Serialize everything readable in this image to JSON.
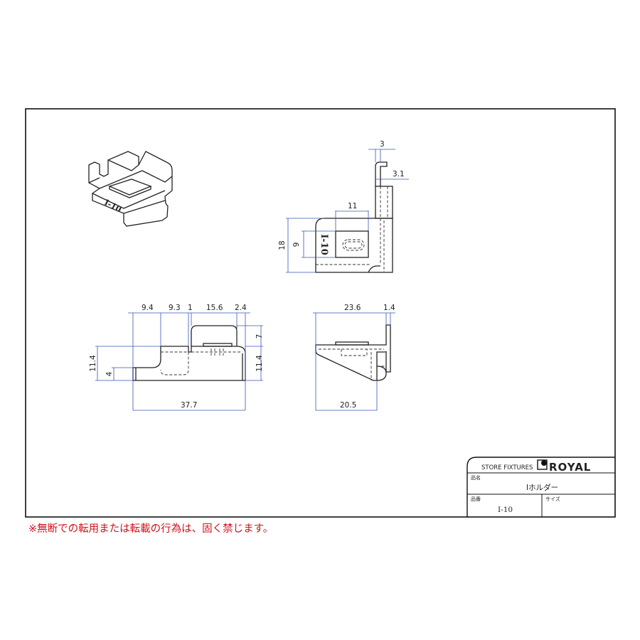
{
  "title_block": {
    "company_label": "STORE FIXTURES",
    "logo_text": "ROYAL",
    "product_name_label": "品名",
    "product_name": "Iホルダー",
    "part_number_label": "品番",
    "part_number": "I-10",
    "size_label": "サイズ"
  },
  "part_marking": "I-10",
  "dimensions": {
    "top_view": {
      "hook_width": "3",
      "hook_offset": "3.1",
      "label_width": "11",
      "label_height": "9",
      "overall_height": "18"
    },
    "front_view": {
      "a": "9.4",
      "b": "9.3",
      "c": "1",
      "d": "15.6",
      "e": "2.4",
      "tab_height": "7",
      "body_height_right": "11.4",
      "body_height_left": "11.4",
      "step_height": "4",
      "overall_length": "37.7"
    },
    "side_view": {
      "depth": "23.6",
      "thickness": "1.4",
      "base_depth": "20.5"
    }
  },
  "notice": "※無断での転用または転載の行為は、固く禁じます。",
  "colors": {
    "outline": "#222222",
    "dimension": "#3a55b8",
    "notice": "#d0121b"
  }
}
